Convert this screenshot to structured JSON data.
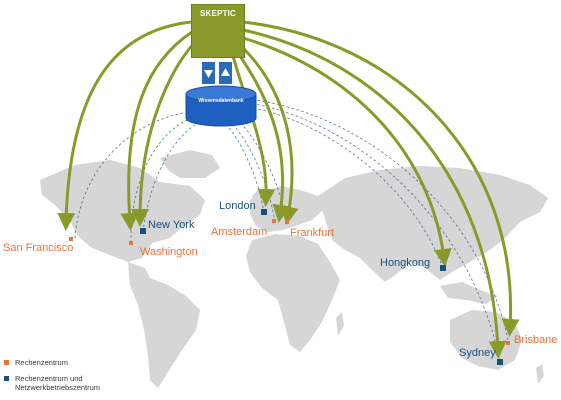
{
  "logo": {
    "title": "SKEPTIC"
  },
  "database": {
    "label": "Wissensdatenbank"
  },
  "cities": {
    "san_francisco": "San Francisco",
    "washington": "Washington",
    "new_york": "New York",
    "london": "London",
    "amsterdam": "Amsterdam",
    "frankfurt": "Frankfurt",
    "hongkong": "Hongkong",
    "sydney": "Sydney",
    "brisbane": "Brisbane"
  },
  "legend": {
    "items": [
      {
        "label": "Rechenzentrum",
        "color": "#e8743b"
      },
      {
        "label_line1": "Rechenzentrum und",
        "label_line2": "Netzwerkbetriebszentrum",
        "color": "#1d4e7e"
      }
    ]
  },
  "colors": {
    "arrow": "#8a9a2a",
    "dashed": "#2f5f8f",
    "map": "#d6d6d6",
    "datacenter": "#e8743b",
    "operations_center": "#1d4e7e",
    "database": "#1f5fbf"
  }
}
